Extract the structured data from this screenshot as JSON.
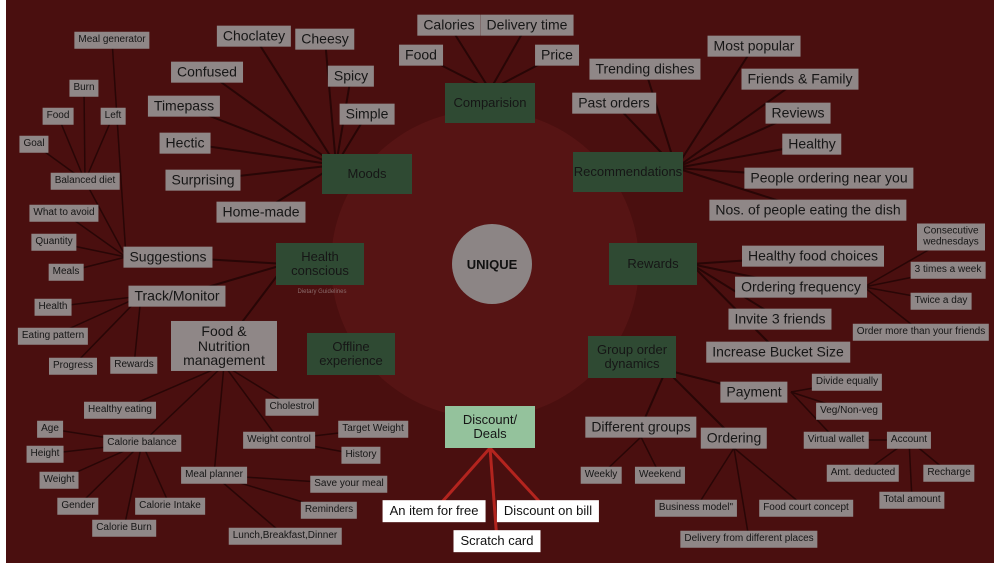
{
  "center": {
    "label": "UNIQUE"
  },
  "branches": [
    {
      "id": "comparision",
      "label": "Comparision"
    },
    {
      "id": "moods",
      "label": "Moods"
    },
    {
      "id": "recommendations",
      "label": "Recommendations"
    },
    {
      "id": "health",
      "label": "Health conscious"
    },
    {
      "id": "rewards",
      "label": "Rewards"
    },
    {
      "id": "offline",
      "label": "Offline experience"
    },
    {
      "id": "group",
      "label": "Group order dynamics"
    },
    {
      "id": "discount",
      "label": "Discount/ Deals"
    }
  ],
  "subnodes": {
    "suggestions": "Suggestions",
    "track": "Track/Monitor",
    "food_nutrition": "Food & Nutrition management",
    "balanced_diet": "Balanced diet",
    "calorie_balance": "Calorie balance",
    "meal_planner": "Meal planner",
    "weight_control": "Weight control",
    "payment": "Payment",
    "ordering": "Ordering",
    "different_groups": "Different groups",
    "account": "Account",
    "ordering_frequency": "Ordering frequency"
  },
  "leaves": {
    "comparision": [
      "Calories",
      "Delivery time",
      "Food",
      "Price"
    ],
    "moods": [
      "Choclatey",
      "Cheesy",
      "Confused",
      "Spicy",
      "Timepass",
      "Simple",
      "Hectic",
      "Surprising",
      "Home-made"
    ],
    "recommendations": [
      "Most popular",
      "Trending dishes",
      "Friends & Family",
      "Past orders",
      "Reviews",
      "Healthy",
      "People ordering near you",
      "Nos. of people eating the dish"
    ],
    "rewards": [
      "Healthy food choices",
      "Invite 3 friends",
      "Increase Bucket Size"
    ],
    "ordering_frequency": [
      "Consecutive wednesdays",
      "3 times a week",
      "Twice a day",
      "Order more than your friends"
    ],
    "payment": [
      "Divide equally",
      "Veg/Non-veg",
      "Virtual wallet"
    ],
    "account": [
      "Amt. deducted",
      "Recharge",
      "Total amount"
    ],
    "different_groups": [
      "Weekly",
      "Weekend"
    ],
    "ordering": [
      "Business model\"",
      "Food court concept",
      "Delivery from different places"
    ],
    "discount": [
      "An item for free",
      "Discount on bill",
      "Scratch card"
    ],
    "balanced_diet": [
      "Burn",
      "Food",
      "Left",
      "Goal"
    ],
    "suggestions": [
      "Meal generator",
      "What to avoid",
      "Quantity",
      "Meals"
    ],
    "track": [
      "Health",
      "Eating pattern",
      "Progress",
      "Rewards"
    ],
    "food_nutrition": [
      "Healthy eating",
      "Cholestrol"
    ],
    "calorie_balance": [
      "Age",
      "Height",
      "Weight",
      "Gender",
      "Calorie Intake",
      "Calorie Burn"
    ],
    "weight_control": [
      "Target Weight",
      "History"
    ],
    "meal_planner": [
      "Save your meal",
      "Reminders",
      "Lunch,Breakfast,Dinner"
    ]
  },
  "notes": {
    "health": "Dietary Guidelines"
  },
  "colors": {
    "background": "#4a0f0f",
    "branch": "#2f4a33",
    "highlight": "#94c29c",
    "leaf": "#8f8787",
    "line": "#280606",
    "discount_line": "#b3241e"
  }
}
